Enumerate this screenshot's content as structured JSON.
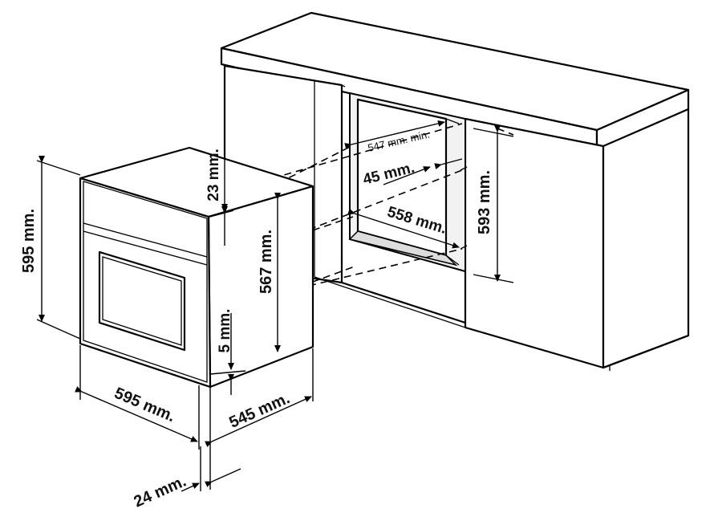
{
  "dimensions": {
    "oven_height": "595 mm.",
    "top_gap": "23 mm.",
    "body_height": "567 mm.",
    "bottom_gap": "5 mm.",
    "oven_width": "595 mm.",
    "oven_depth": "545 mm.",
    "front_depth": "24 mm.",
    "cavity_width_min": "547 mm. min.",
    "cavity_side": "45 mm.",
    "cavity_depth": "558 mm.",
    "cavity_height": "593 mm."
  }
}
